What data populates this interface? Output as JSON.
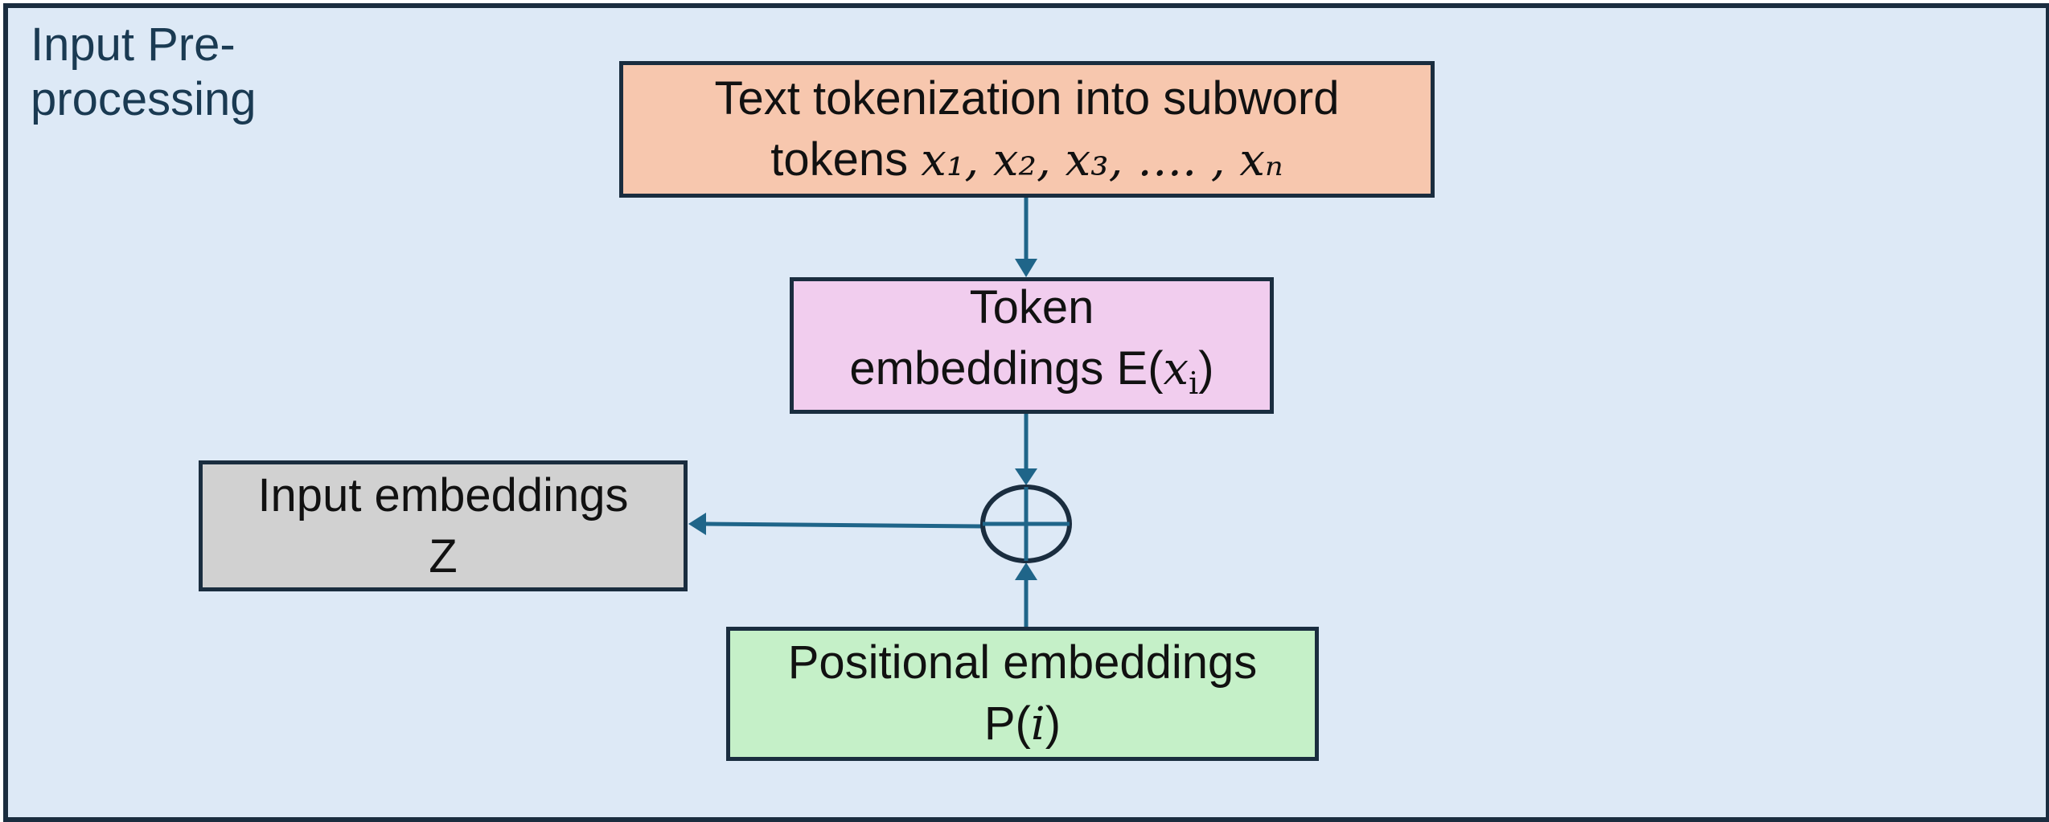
{
  "section": {
    "title_line1": "Input Pre-",
    "title_line2": "processing"
  },
  "nodes": {
    "tokenization": {
      "line1": "Text tokenization into subword",
      "line2_text": "tokens ",
      "line2_math": "x₁, x₂, x₃, …. , xₙ"
    },
    "token_embeddings": {
      "line1": "Token",
      "line2_text": "embeddings E(",
      "line2_var": "x",
      "line2_sub": "i",
      "line2_close": ")"
    },
    "input_embeddings": {
      "line1": "Input embeddings",
      "line2": "Z"
    },
    "positional_embeddings": {
      "line1": "Positional embeddings",
      "line2_text": "P(",
      "line2_var": "i",
      "line2_close": ")"
    }
  },
  "colors": {
    "frame_bg": "#dde9f6",
    "border": "#1a2d3f",
    "arrow": "#1f6589",
    "tokenization_fill": "#f7c7ae",
    "token_embeddings_fill": "#f1cdee",
    "input_embeddings_fill": "#d1d1d1",
    "positional_fill": "#c5f0c8"
  }
}
